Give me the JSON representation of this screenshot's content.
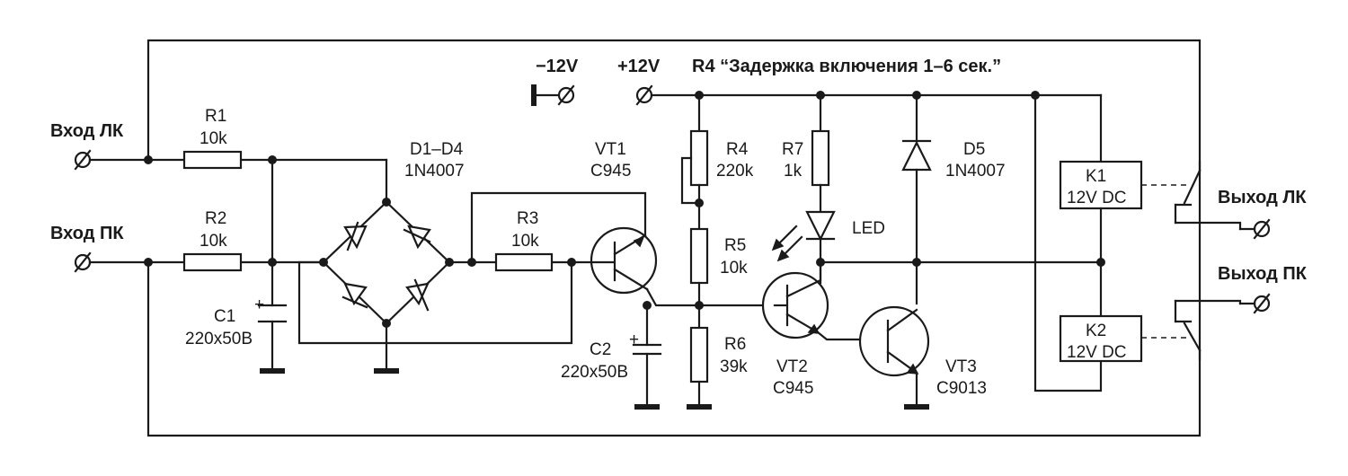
{
  "terminals": {
    "input_left": "Вход ЛК",
    "input_right": "Вход ПК",
    "minus12": "−12V",
    "plus12": "+12V",
    "output_left": "Выход ЛК",
    "output_right": "Выход ПК"
  },
  "note": "R4 “Задержка включения 1–6 сек.”",
  "components": {
    "R1": {
      "ref": "R1",
      "value": "10k"
    },
    "R2": {
      "ref": "R2",
      "value": "10k"
    },
    "R3": {
      "ref": "R3",
      "value": "10k"
    },
    "R4": {
      "ref": "R4",
      "value": "220k"
    },
    "R5": {
      "ref": "R5",
      "value": "10k"
    },
    "R6": {
      "ref": "R6",
      "value": "39k"
    },
    "R7": {
      "ref": "R7",
      "value": "1k"
    },
    "C1": {
      "ref": "C1",
      "value": "220x50B"
    },
    "C2": {
      "ref": "C2",
      "value": "220x50B"
    },
    "D1D4": {
      "ref": "D1–D4",
      "value": "1N4007"
    },
    "D5": {
      "ref": "D5",
      "value": "1N4007"
    },
    "LED": {
      "ref": "LED"
    },
    "VT1": {
      "ref": "VT1",
      "value": "C945"
    },
    "VT2": {
      "ref": "VT2",
      "value": "C945"
    },
    "VT3": {
      "ref": "VT3",
      "value": "C9013"
    },
    "K1": {
      "ref": "K1",
      "value": "12V DC"
    },
    "K2": {
      "ref": "K2",
      "value": "12V DC"
    }
  },
  "symbols": {
    "plus": "+"
  }
}
